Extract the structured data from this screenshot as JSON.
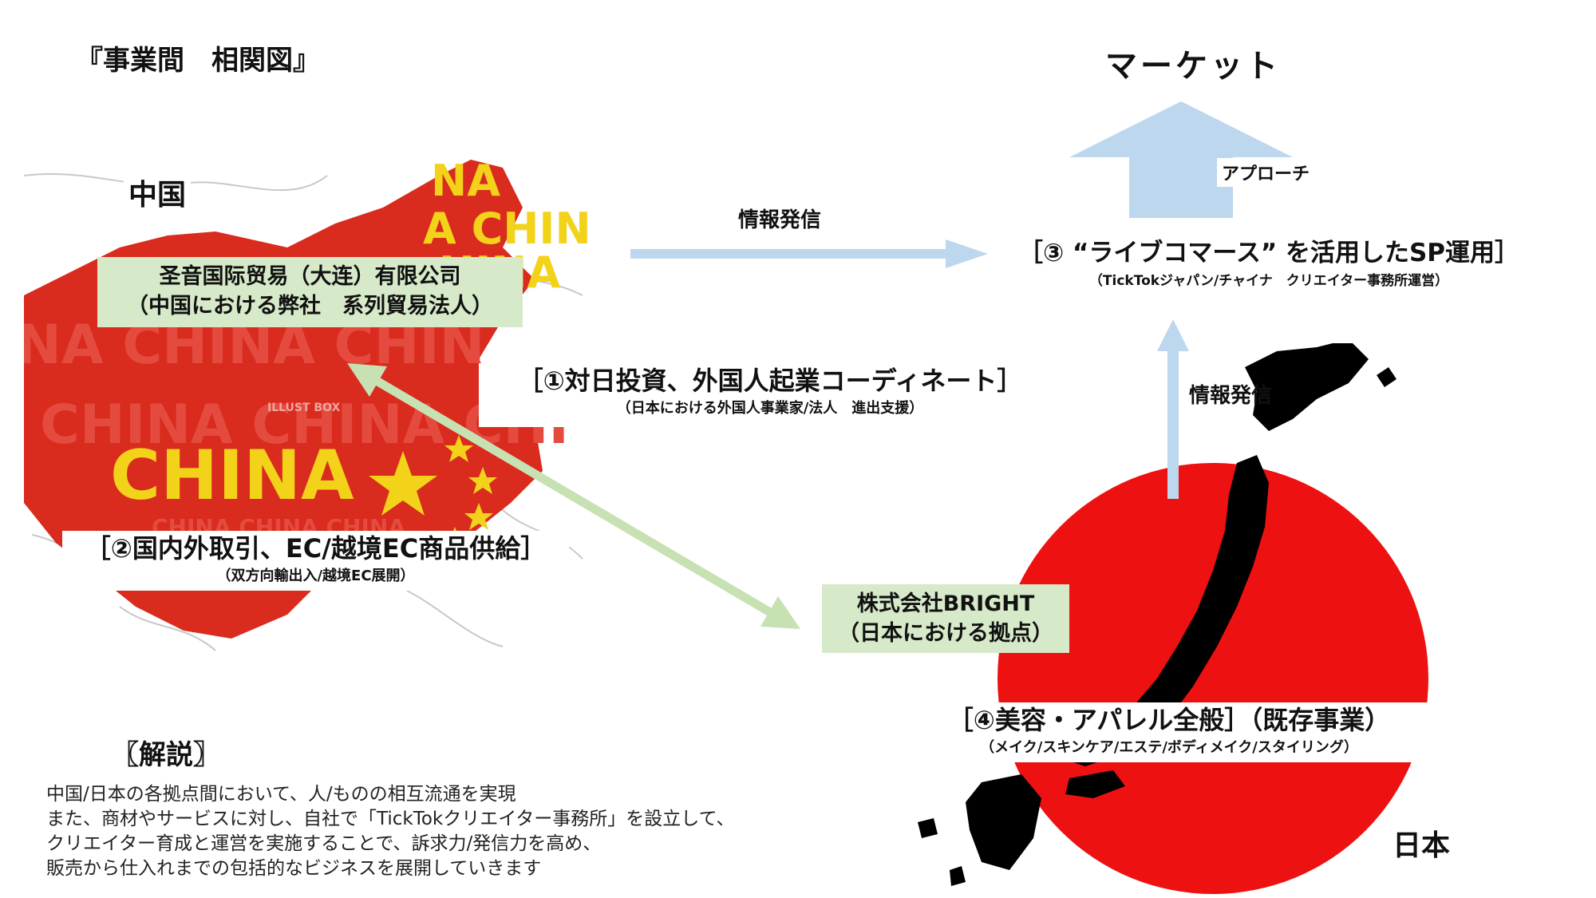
{
  "page_title": "『事業間　相関図』",
  "market_label": "マーケット",
  "approach_label": "アプローチ",
  "info_top_label": "情報発信",
  "info_right_label": "情報発信",
  "china": {
    "region_label": "中国",
    "map_word": "CHINA",
    "map_watermark": "ILLUST BOX",
    "company_line1": "圣音国际贸易（大连）有限公司",
    "company_line2": "（中国における弊社　系列貿易法人）"
  },
  "japan": {
    "region_label": "日本",
    "company_line1": "株式会社BRIGHT",
    "company_line2": "（日本における拠点）"
  },
  "business1": {
    "title": "［①対日投資、外国人起業コーディネート］",
    "sub": "（日本における外国人事業家/法人　進出支援）"
  },
  "business2": {
    "title": "［②国内外取引、EC/越境EC商品供給］",
    "sub": "（双方向輸出入/越境EC展開）"
  },
  "business3": {
    "title": "［③ “ライブコマース” を活用したSP運用］",
    "sub": "（TickTokジャパン/チャイナ　クリエイター事務所運営）"
  },
  "business4": {
    "title": "［④美容・アパレル全般］（既存事業）",
    "sub": "（メイク/スキンケア/エステ/ボディメイク/スタイリング）"
  },
  "explain": {
    "heading": "〖解説〗",
    "lines": [
      "中国/日本の各拠点間において、人/ものの相互流通を実現",
      "また、商材やサービスに対し、自社で「TickTokクリエイター事務所」を設立して、",
      "クリエイター育成と運営を実施することで、訴求力/発信力を高め、",
      "販売から仕入れまでの包括的なビジネスを展開していきます"
    ]
  },
  "colors": {
    "china_red": "#d92b1e",
    "china_yellow": "#f3d21a",
    "japan_red": "#ee1111",
    "green_box": "#d6e9c9",
    "green_arrow": "#c7e1b3",
    "blue_arrow": "#bdd7ee"
  },
  "icons": [
    "china-map-icon",
    "china-star-icon",
    "japan-map-icon",
    "up-arrow-icon",
    "right-arrow-icon",
    "double-arrow-icon"
  ]
}
